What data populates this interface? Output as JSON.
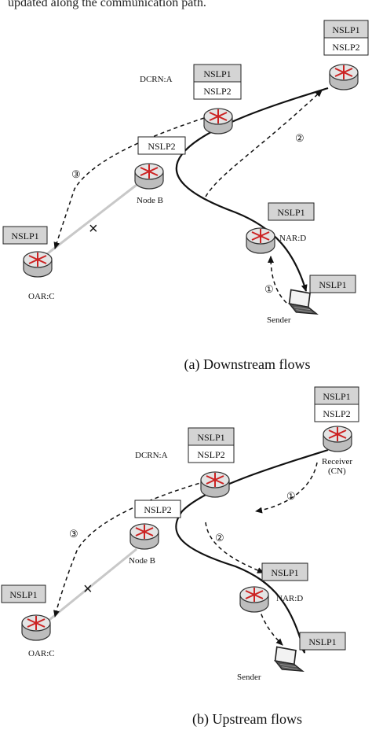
{
  "header_fragment": "updated along the communication path.",
  "diagram_a": {
    "caption": "(a) Downstream flows",
    "nodes": {
      "dcrn": "DCRN:A",
      "node_b": "Node B",
      "oar": "OAR:C",
      "nar": "NAR:D",
      "sender": "Sender"
    },
    "boxes": {
      "top_right": [
        "NSLP1",
        "NSLP2"
      ],
      "dcrn": [
        "NSLP1",
        "NSLP2"
      ],
      "node_b": "NSLP2",
      "nar": "NSLP1",
      "sender": "NSLP1",
      "oar": "NSLP1"
    },
    "steps": [
      "①",
      "②",
      "③"
    ]
  },
  "diagram_b": {
    "caption": "(b) Upstream flows",
    "nodes": {
      "dcrn": "DCRN:A",
      "receiver": "Receiver",
      "receiver_sub": "(CN)",
      "node_b": "Node B",
      "oar": "OAR:C",
      "nar": "NAR:D",
      "sender": "Sender"
    },
    "boxes": {
      "receiver": [
        "NSLP1",
        "NSLP2"
      ],
      "dcrn": [
        "NSLP1",
        "NSLP2"
      ],
      "node_b": "NSLP2",
      "nar": "NSLP1",
      "sender": "NSLP1",
      "oar": "NSLP1"
    },
    "steps": [
      "①",
      "②",
      "③"
    ]
  },
  "colors": {
    "router_body": "#cfcfcf",
    "router_cross": "#cc2222",
    "box_header": "#d4d4d4",
    "line": "#111111",
    "link": "#c8c8c8"
  }
}
